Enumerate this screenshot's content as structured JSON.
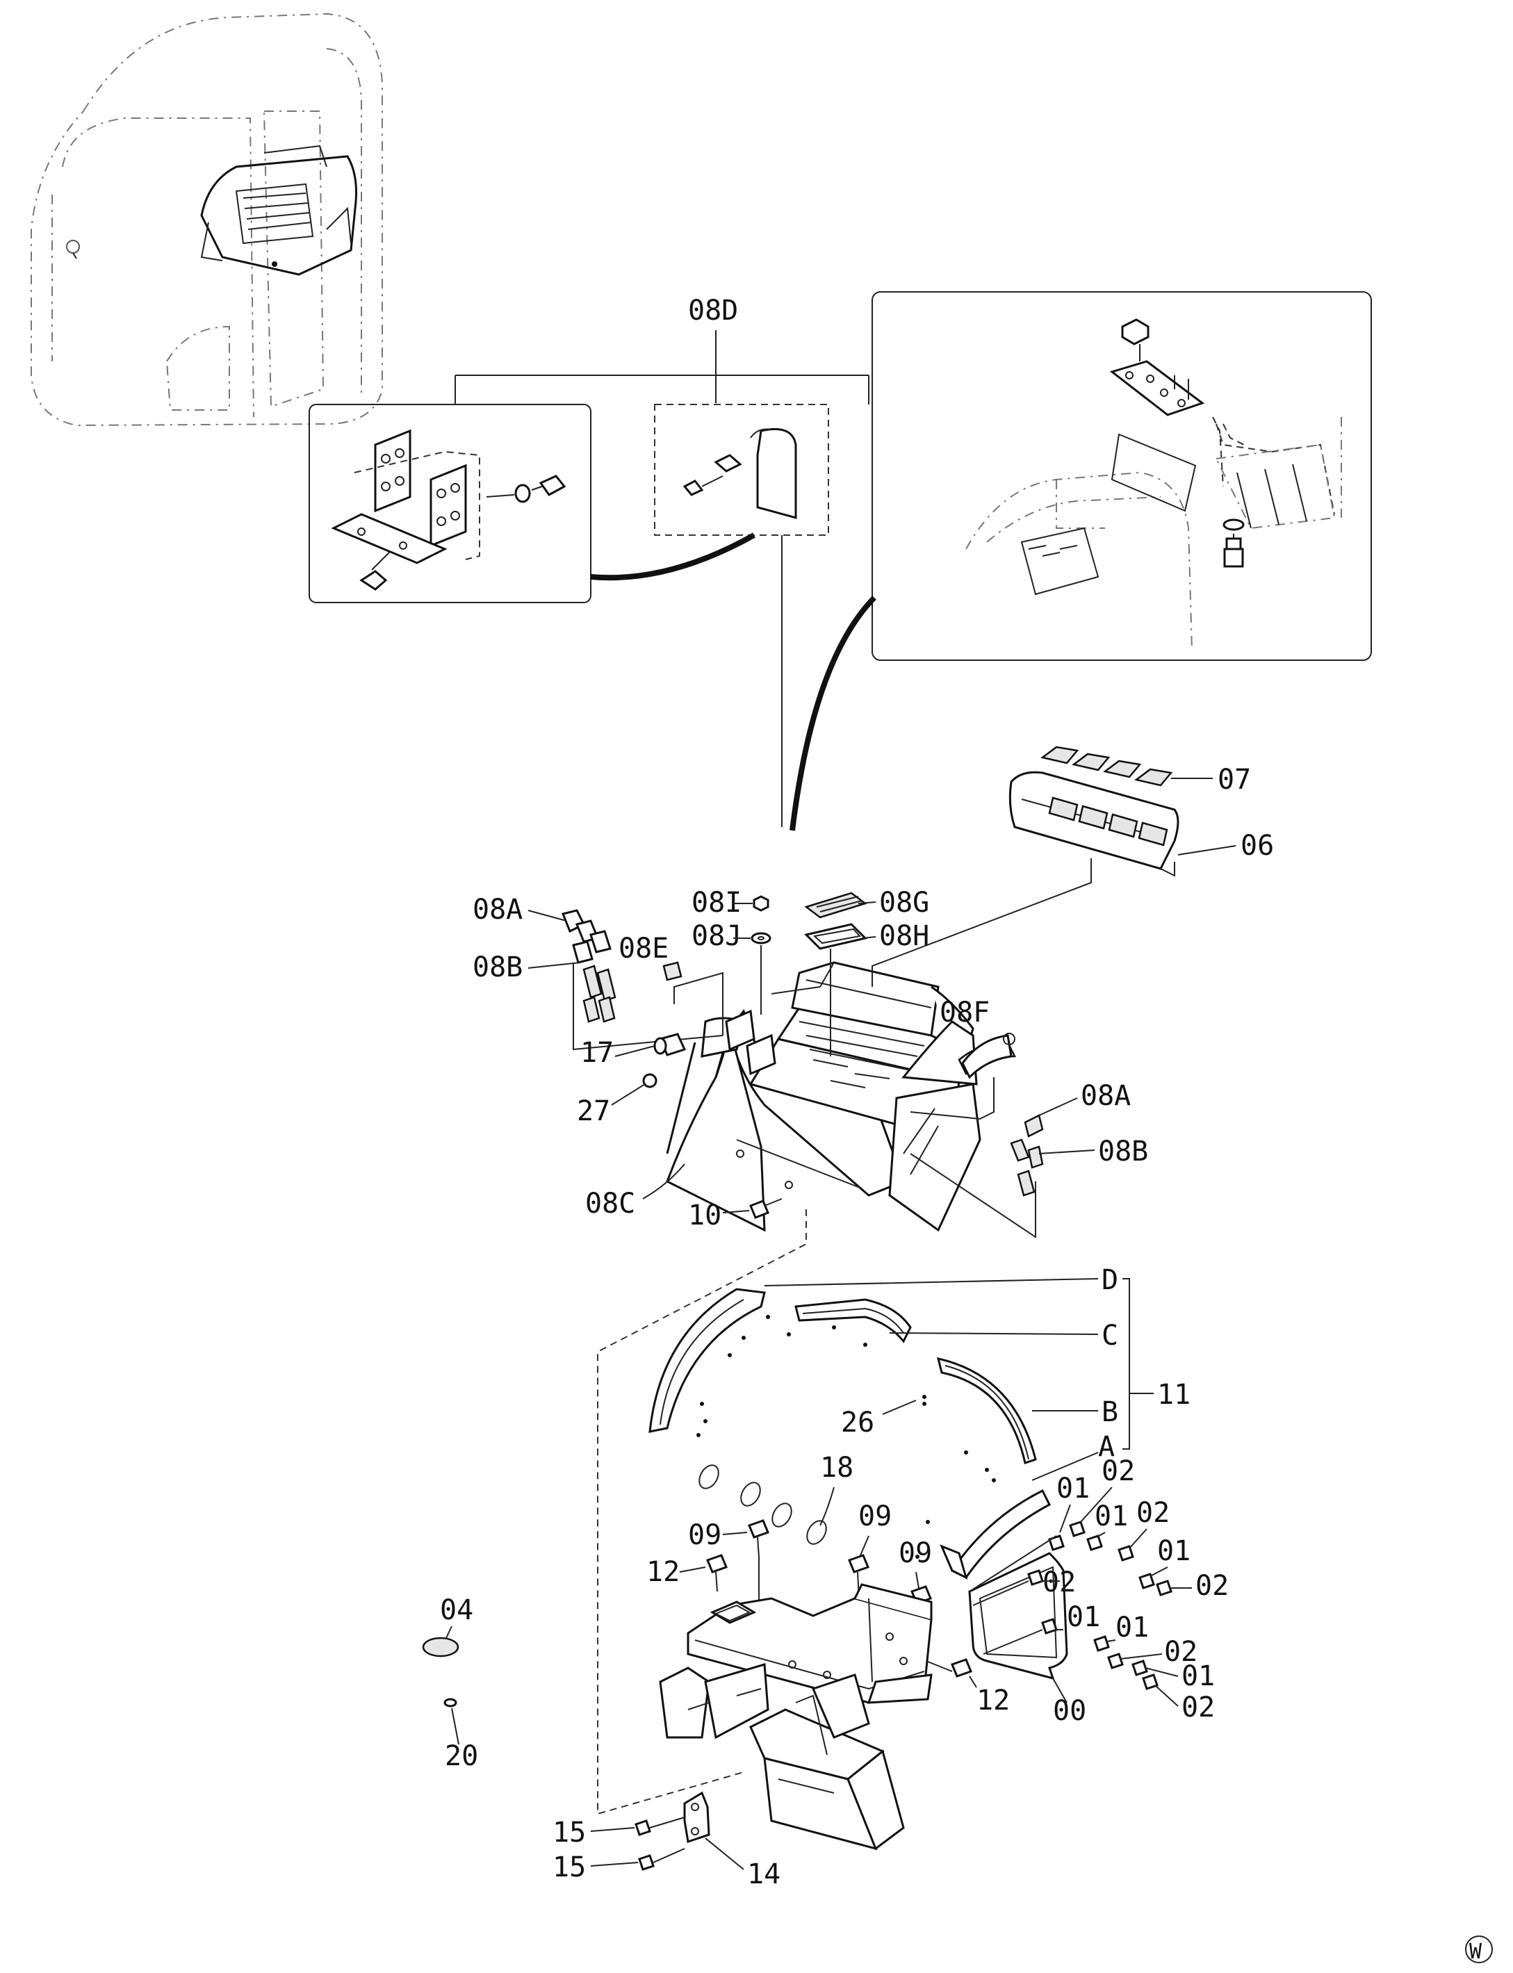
{
  "labels": {
    "l08D": "08D",
    "l07": "07",
    "l06": "06",
    "l08A_1": "08A",
    "l08B_1": "08B",
    "l08I": "08I",
    "l08J": "08J",
    "l08E": "08E",
    "l08G": "08G",
    "l08H": "08H",
    "l08F": "08F",
    "l17": "17",
    "l27": "27",
    "l08C": "08C",
    "l10": "10",
    "l08A_2": "08A",
    "l08B_2": "08B",
    "lD": "D",
    "lC": "C",
    "lB": "B",
    "lA": "A",
    "l11": "11",
    "l26": "26",
    "l18": "18",
    "l09_1": "09",
    "l09_2": "09",
    "l09_3": "09",
    "l12_1": "12",
    "l12_2": "12",
    "l01_1": "01",
    "l02_1": "02",
    "l01_2": "01",
    "l02_2": "02",
    "l01_3": "01",
    "l02_3": "02",
    "l02_4": "02",
    "l01_4": "01",
    "l01_5": "01",
    "l02_5": "02",
    "l01_6": "01",
    "l02_6": "02",
    "l00": "00",
    "l04": "04",
    "l20": "20",
    "l15_1": "15",
    "l15_2": "15",
    "l14": "14",
    "corner": "W"
  },
  "colors": {
    "ink": "#111111",
    "ghost": "#777777",
    "fill": "#e6e6e6"
  }
}
